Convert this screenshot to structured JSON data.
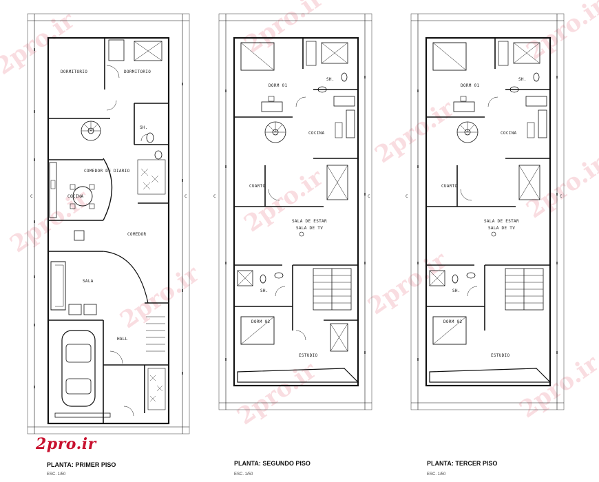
{
  "logo": "2pro.ir",
  "watermark": "2pro.ir",
  "plans": [
    {
      "title": "PLANTA: PRIMER PISO",
      "scale": "ESC. 1/50",
      "rooms": [
        "DORMITORIO",
        "DORMITORIO",
        "SH.",
        "COMEDOR DE DIARIO",
        "COCINA",
        "COMEDOR",
        "SALA",
        "HALL"
      ]
    },
    {
      "title": "PLANTA: SEGUNDO PISO",
      "scale": "ESC. 1/50",
      "rooms": [
        "DORM 01",
        "SH.",
        "COCINA",
        "CUARTO",
        "SALA DE ESTAR",
        "SALA DE TV",
        "SH.",
        "DORM 02",
        "ESTUDIO"
      ]
    },
    {
      "title": "PLANTA: TERCER PISO",
      "scale": "ESC. 1/50",
      "rooms": [
        "DORM 01",
        "SH.",
        "COCINA",
        "CUARTO",
        "SALA DE ESTAR",
        "SALA DE TV",
        "SH.",
        "DORM 02",
        "ESTUDIO"
      ]
    }
  ],
  "axis_marks": [
    "C",
    "C",
    "C",
    "C",
    "C",
    "C"
  ]
}
